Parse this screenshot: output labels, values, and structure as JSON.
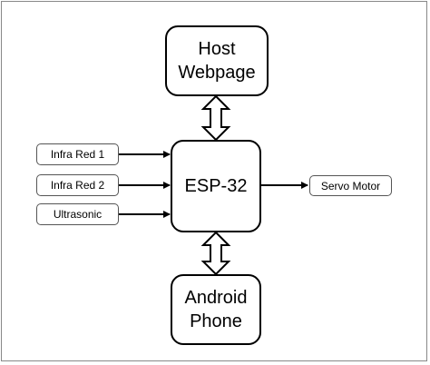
{
  "diagram": {
    "host_webpage": "Host\nWebpage",
    "esp32": "ESP-32",
    "android_phone": "Android\nPhone",
    "infra_red_1": "Infra Red 1",
    "infra_red_2": "Infra Red 2",
    "ultrasonic": "Ultrasonic",
    "servo_motor": "Servo Motor"
  }
}
